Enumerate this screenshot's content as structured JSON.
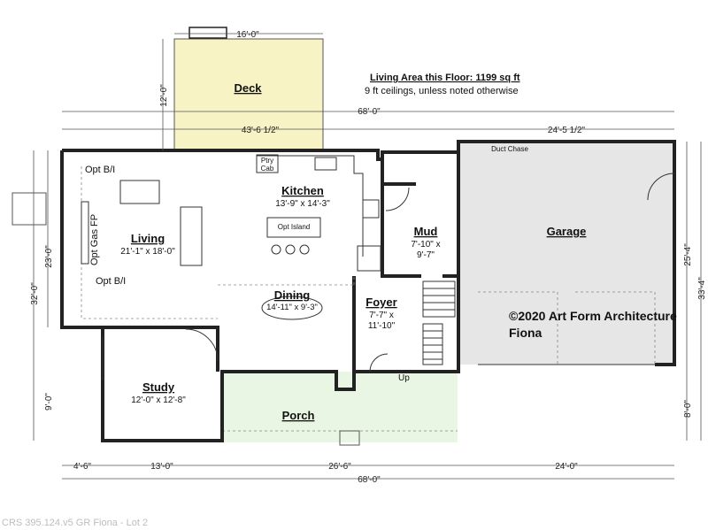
{
  "header": {
    "living_area": "Living Area this Floor: 1199 sq ft",
    "ceilings": "9 ft ceilings, unless noted otherwise"
  },
  "rooms": {
    "deck": {
      "name": "Deck"
    },
    "kitchen": {
      "name": "Kitchen",
      "size": "13'-9\" x 14'-3\""
    },
    "living": {
      "name": "Living",
      "size": "21'-1\" x 18'-0\""
    },
    "mud": {
      "name": "Mud",
      "size_line1": "7'-10\" x",
      "size_line2": "9'-7\""
    },
    "garage": {
      "name": "Garage"
    },
    "dining": {
      "name": "Dining",
      "size": "14'-11\" x 9'-3\""
    },
    "foyer": {
      "name": "Foyer",
      "size_line1": "7'-7\" x",
      "size_line2": "11'-10\""
    },
    "study": {
      "name": "Study",
      "size": "12'-0\" x 12'-8\""
    },
    "porch": {
      "name": "Porch"
    }
  },
  "annotations": {
    "opt_bi_top": "Opt B/I",
    "opt_bi_bottom": "Opt B/I",
    "opt_gas_fp": "Opt Gas FP",
    "opt_island": "Opt Island",
    "ptry_line1": "Ptry",
    "ptry_line2": "Cab",
    "duct_chase": "Duct Chase",
    "up": "Up"
  },
  "dimensions": {
    "deck_width": "16'-0\"",
    "deck_depth": "12'-0\"",
    "overall_top": "68'-0\"",
    "main_width": "43'-6 1/2\"",
    "garage_width": "24'-5 1/2\"",
    "left_upper": "23'-0\"",
    "left_overall": "32'-0\"",
    "left_lower": "9'-0\"",
    "right_upper": "25'-4\"",
    "right_overall": "33'-4\"",
    "right_lower": "8'-0\"",
    "bottom_1": "4'-6\"",
    "bottom_2": "13'-0\"",
    "bottom_3": "26'-6\"",
    "bottom_4": "24'-0\"",
    "overall_bottom": "68'-0\""
  },
  "credits": {
    "copyright": "©2020 Art Form Architecture",
    "plan_name": "Fiona",
    "footer": "CRS 395.124.v5 GR Fiona - Lot 2"
  },
  "colors": {
    "deck": "#f7f3c4",
    "garage": "#e6e6e6",
    "porch": "#e9f6e4",
    "wall": "#222222"
  }
}
